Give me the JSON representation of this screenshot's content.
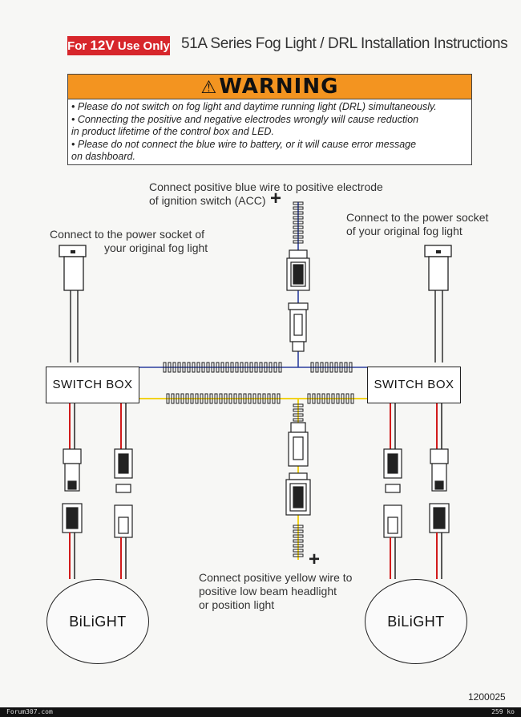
{
  "header": {
    "badge_prefix": "For ",
    "badge_voltage": "12V",
    "badge_suffix": " Use Only",
    "title": "51A Series Fog Light / DRL Installation Instructions"
  },
  "warning": {
    "heading": "WARNING",
    "lines": [
      "• Please do not switch on fog light and daytime running light (DRL) simultaneously.",
      "• Connecting the positive and negative electrodes wrongly will cause reduction",
      "in product lifetime of the control box and LED.",
      "• Please do not connect the blue wire to battery, or it will cause error message",
      "on dashboard."
    ]
  },
  "notes": {
    "blue_line1": "Connect positive blue wire to positive electrode",
    "blue_line2": "of ignition switch (ACC)",
    "left_socket_line1": "Connect to the power socket of",
    "left_socket_line2": "your original fog light",
    "right_socket_line1": "Connect to the power socket",
    "right_socket_line2": "of your original fog light",
    "yellow_line1": "Connect positive yellow wire to",
    "yellow_line2": "positive low beam headlight",
    "yellow_line3": "or position light",
    "plus": "+"
  },
  "switch_boxes": {
    "left": "SWITCH BOX",
    "right": "SWITCH BOX"
  },
  "lights": {
    "left": "BiLiGHT",
    "right": "BiLiGHT"
  },
  "doc_code": "1200025",
  "footer": {
    "left": "Forum307.com",
    "right": "259 ko"
  },
  "colors": {
    "badge": "#d7262b",
    "warning_bar": "#f39420",
    "blue_wire": "#2b3f9e",
    "yellow_wire": "#f2d21c",
    "red_wire": "#d11b1b"
  }
}
